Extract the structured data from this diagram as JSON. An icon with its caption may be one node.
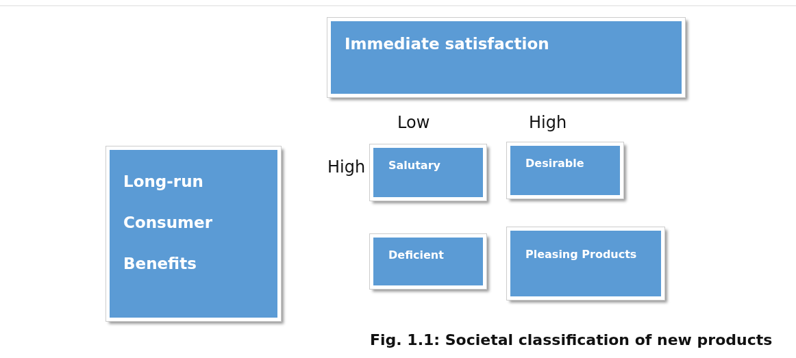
{
  "diagram": {
    "caption": "Fig. 1.1:  Societal classification of new products",
    "nodes": [
      {
        "text": [
          "Immediate satisfaction"
        ]
      },
      {
        "text": [
          "Long-run Consumer Benefits"
        ]
      },
      {
        "text": [
          "Salutary"
        ]
      },
      {
        "text": [
          "Desirable"
        ]
      },
      {
        "text": [
          "Deficient"
        ]
      },
      {
        "text": [
          "Pleasing Products"
        ]
      }
    ],
    "labels": [
      "Low",
      "High",
      "High"
    ]
  }
}
